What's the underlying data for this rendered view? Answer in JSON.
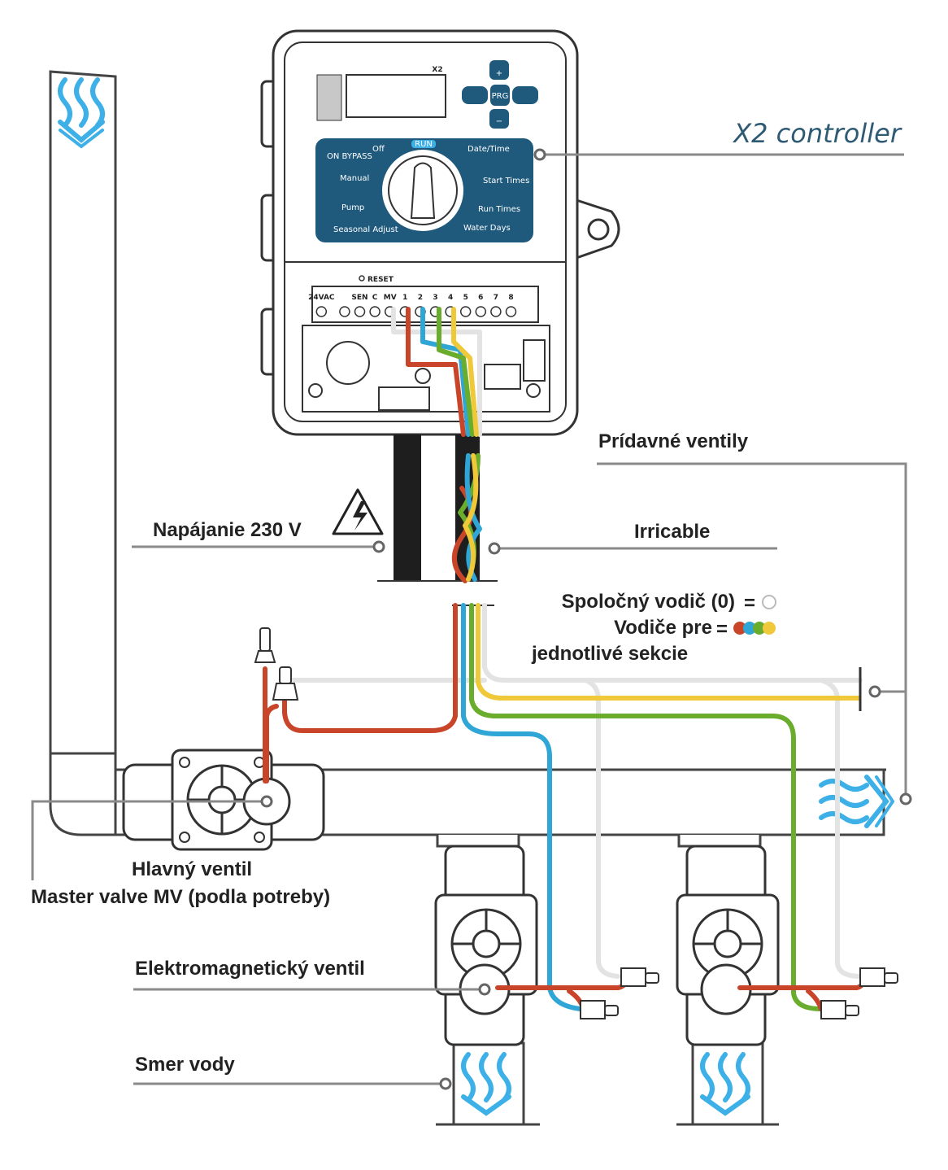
{
  "controller": {
    "label": "X2 controller",
    "model": "X2",
    "dial": {
      "run": "RUN",
      "off": "Off",
      "datetime": "Date/Time",
      "manual": "Manual",
      "starttimes": "Start Times",
      "pump": "Pump",
      "runtimes": "Run Times",
      "seasonal": "Seasonal Adjust",
      "waterdays": "Water Days",
      "bypass": "ON  BYPASS"
    },
    "buttons": {
      "prg": "PRG",
      "plus": "+",
      "minus": "−"
    },
    "reset": "RESET",
    "terminals": [
      "24VAC",
      "",
      "SEN",
      "C",
      "MV",
      "1",
      "2",
      "3",
      "4",
      "5",
      "6",
      "7",
      "8"
    ]
  },
  "labels": {
    "power": "Napájanie 230 V",
    "irricable": "Irricable",
    "additional_valves": "Prídavné ventily",
    "common_wire": "Spoločný vodič (0)",
    "section_wires_1": "Vodiče pre",
    "section_wires_2": "jednotlivé sekcie",
    "equals": "=",
    "master_valve_1": "Hlavný ventil",
    "master_valve_2": "Master valve MV (podla potreby)",
    "solenoid_valve": "Elektromagnetický ventil",
    "water_direction": "Smer vody"
  },
  "colors": {
    "common": "#e3e3e3",
    "mv": "#c9452a",
    "zone1": "#2fa6d6",
    "zone2": "#6aac2c",
    "zone3": "#f0c93a",
    "controller_panel": "#1f5a7d",
    "water": "#3db0e8"
  }
}
